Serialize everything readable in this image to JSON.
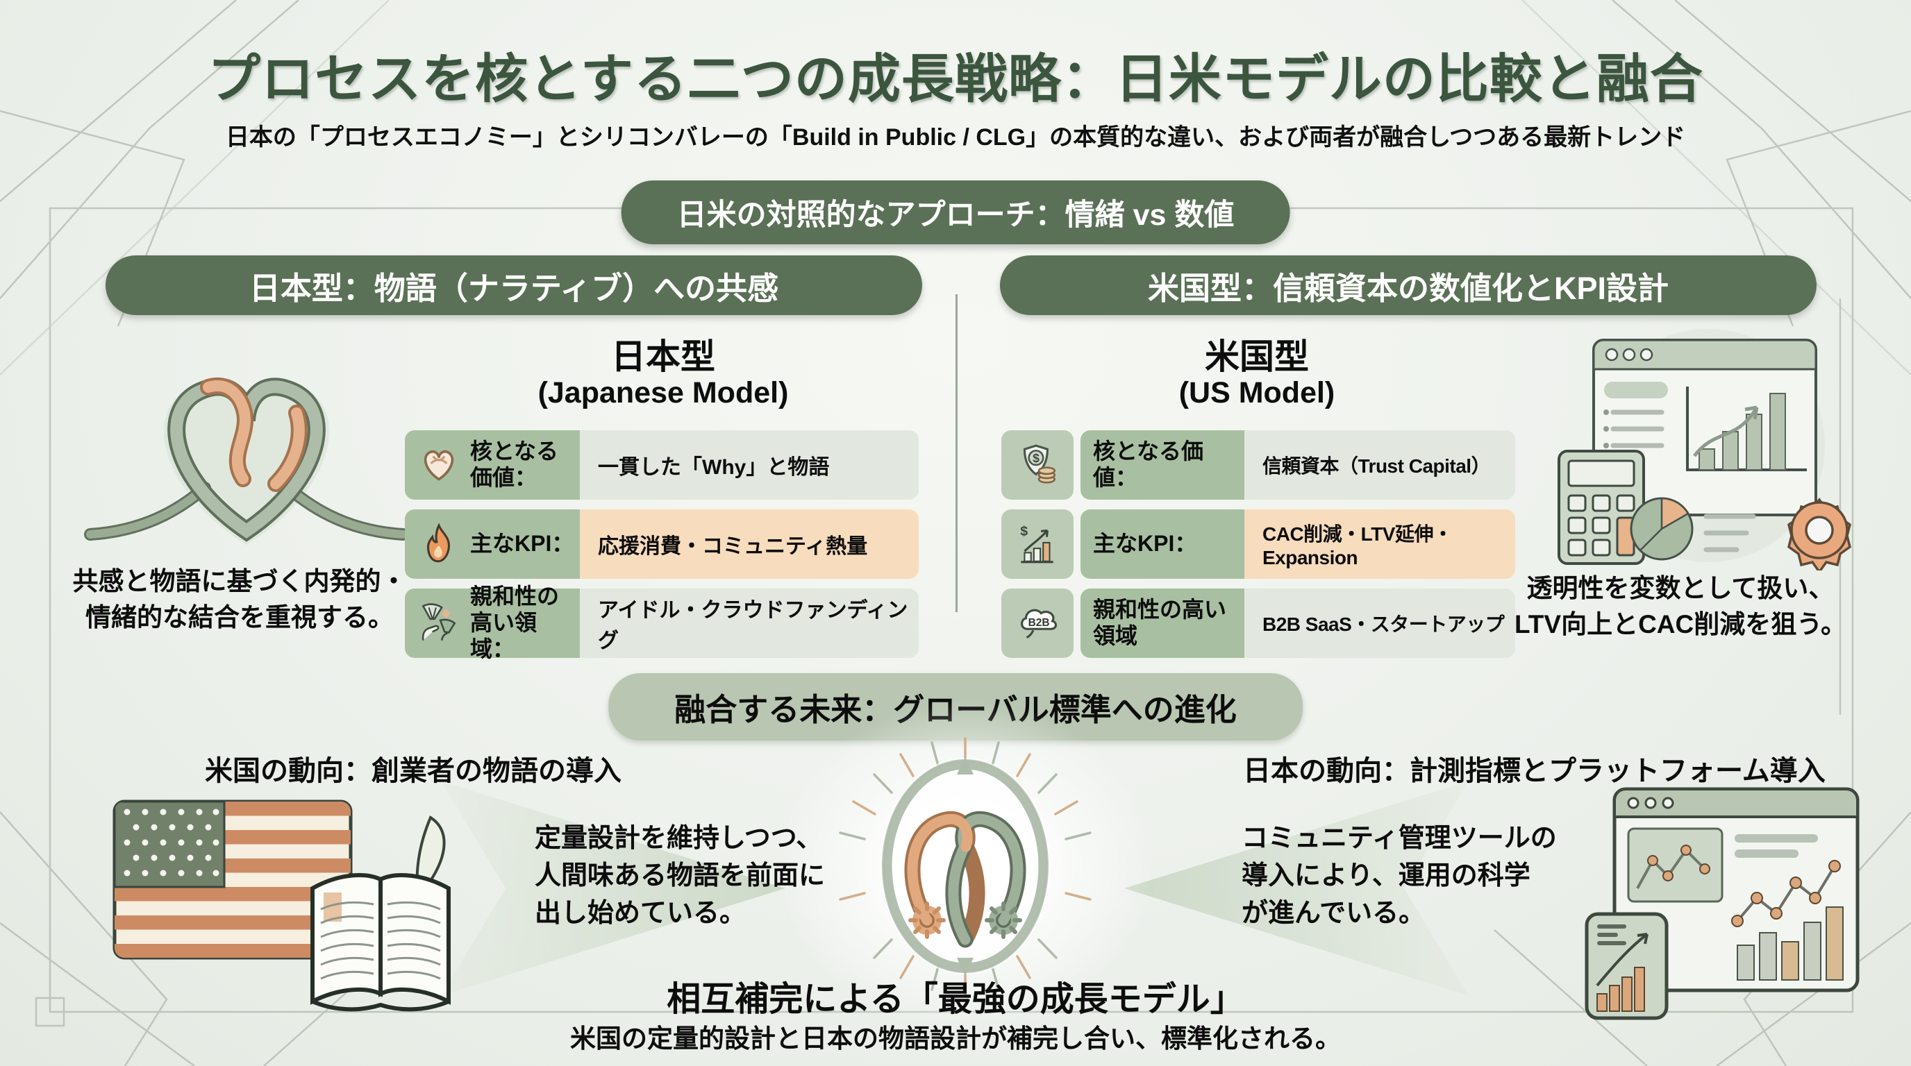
{
  "page": {
    "title": "プロセスを核とする二つの成長戦略：日米モデルの比較と融合",
    "subtitle": "日本の「プロセスエコノミー」とシリコンバレーの「Build in Public / CLG」の本質的な違い、および両者が融合しつつある最新トレンド"
  },
  "section1": {
    "banner": "日米の対照的なアプローチ：情緒 vs 数値",
    "japan": {
      "header": "日本型：物語（ナラティブ）への共感",
      "model_title": "日本型",
      "model_subtitle": "(Japanese Model)",
      "caption": "共感と物語に基づく内発的・\n情緒的な結合を重視する。",
      "illustration": "ribbon-heart",
      "rows": [
        {
          "icon": "heart-knot-icon",
          "label": "核となる\n価値：",
          "value": "一貫した「Why」と物語",
          "highlight": false
        },
        {
          "icon": "flame-icon",
          "label": "主なKPI：",
          "value": "応援消費・コミュニティ熱量",
          "highlight": true
        },
        {
          "icon": "fan-hands-icon",
          "label": "親和性の\n高い領域：",
          "value": "アイドル・クラウドファンディング",
          "highlight": false
        }
      ]
    },
    "us": {
      "header": "米国型：信頼資本の数値化とKPI設計",
      "model_title": "米国型",
      "model_subtitle": "(US Model)",
      "caption": "透明性を変数として扱い、\nLTV向上とCAC削減を狙う。",
      "illustration": "analytics-dashboard",
      "rows": [
        {
          "icon": "shield-dollar-icon",
          "label": "核となる価値：",
          "value": "信頼資本（Trust Capital）",
          "highlight": false
        },
        {
          "icon": "growth-chart-icon",
          "label": "主なKPI：",
          "value": "CAC削減・LTV延伸・Expansion",
          "highlight": true
        },
        {
          "icon": "b2b-cloud-icon",
          "icon_text": "B2B",
          "label": "親和性の高い領域",
          "value": "B2B SaaS・スタートアップ",
          "highlight": false
        }
      ]
    }
  },
  "section2": {
    "banner": "融合する未来：グローバル標準への進化",
    "us_trend": {
      "label": "米国の動向：創業者の物語の導入",
      "text": "定量設計を維持しつつ、\n人間味ある物語を前面に\n出し始めている。",
      "illustration": "us-flag-and-book"
    },
    "japan_trend": {
      "label": "日本の動向：計測指標とプラットフォーム導入",
      "text": "コミュニティ管理ツールの\n導入により、運用の科学\nが進んでいる。",
      "illustration": "metrics-platform"
    },
    "center_emblem": "heart-gear-knot",
    "conclusion_title": "相互補完による「最強の成長モデル」",
    "conclusion_text": "米国の定量的設計と日本の物語設計が補完し合い、標準化される。"
  },
  "colors": {
    "background": "#edf1ec",
    "banner_dark_green": "#5b7157",
    "banner_light_green": "#b9c6b2",
    "title_green": "#3c553f",
    "label_cell_green": "#a9bfa2",
    "value_cell_gray": "#e2e8e0",
    "value_cell_orange": "#f7dcbd",
    "accent_peach": "#e5b28d",
    "accent_sage": "#9aab94"
  }
}
